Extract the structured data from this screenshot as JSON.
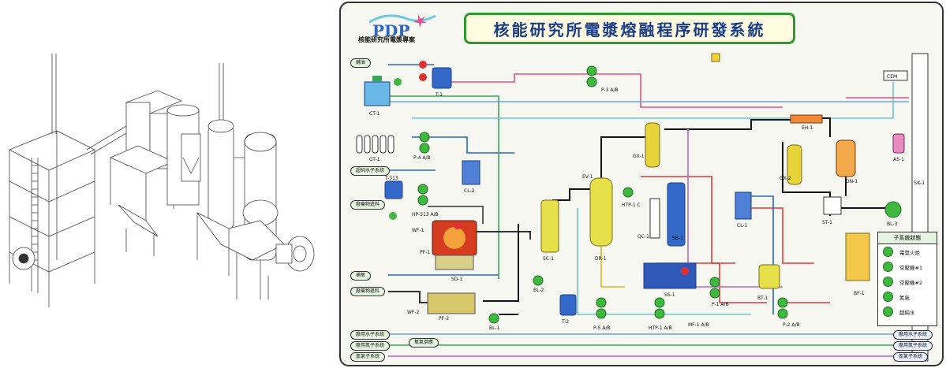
{
  "header": {
    "title": "核能研究所電漿熔融程序研發系統",
    "logo_caption": "核能研究所電漿專案",
    "logo_text": "PDP"
  },
  "legend": {
    "title": "子系統狀態",
    "items": [
      "電漿火炬",
      "空壓機#1",
      "空壓機#2",
      "氮氣",
      "超純水"
    ],
    "color_on": "#3fb83f"
  },
  "inlet_tags": {
    "coal": "輔油",
    "pure_water": "超純水子系統",
    "waste_feed_1": "廢棄物進料",
    "oxygen": "補氧",
    "waste_feed_2": "廢棄物進料",
    "cool_water": "廢用水子系統",
    "nitrogen": "廢用氮子系統",
    "air": "氮氣子系統",
    "air_supply": "氧氣供應"
  },
  "outlet_tags": {
    "cool_water_out": "廢用水子系統",
    "nitrogen_out": "廢用氮子系統",
    "air_out": "氮氣子系統"
  },
  "equipment": {
    "T1": "T-1",
    "P3": "P-3 A/B",
    "CT1": "CT-1",
    "GT1": "GT-1",
    "P4": "P-4 A/B",
    "CL2": "CL-2",
    "T313": "T-313",
    "HP313": "HP-313 A/B",
    "WF1": "WF-1",
    "PF1": "PF-1",
    "SD1": "SD-1",
    "SC1": "SC-1",
    "EV1": "EV-1",
    "DR1": "DR-1",
    "HTP1C": "HTP-1 C",
    "GX1": "GX-1",
    "QC1": "QC-1",
    "SB1": "SB-1",
    "CL1": "CL-1",
    "SS1": "SS-1",
    "BL2": "BL-2",
    "WF2": "WF-2",
    "PF2": "PF-2",
    "BL1": "BL-1",
    "T2": "T-2",
    "P5": "P-5 A/B",
    "HTP1AB": "HTP-1 A/B",
    "MF1": "MF-1 A/B",
    "P1": "P-1 A/B",
    "BT1": "BT-1",
    "P2": "P-2 A/B",
    "BF1": "BF-1",
    "GX2": "GX-2",
    "ST1": "ST-1",
    "DN1": "DN-1",
    "EH1": "EH-1",
    "AS1": "AS-1",
    "SK1": "SK-1",
    "BL3": "BL-3",
    "CEM": "CEM"
  }
}
